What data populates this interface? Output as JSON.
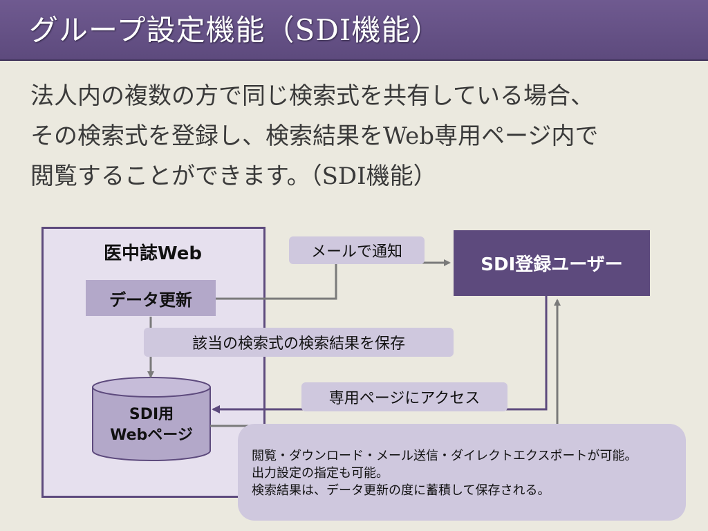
{
  "title": "グループ設定機能（SDI機能）",
  "body": {
    "lines": [
      "法人内の複数の方で同じ検索式を共有している場合、",
      "その検索式を登録し、検索結果をWeb専用ページ内で",
      "閲覧することができます。（SDI機能）"
    ]
  },
  "diagram": {
    "system_title": "医中誌Web",
    "update_label": "データ更新",
    "sdi_user_label": "SDI登録ユーザー",
    "notify_label": "メールで通知",
    "save_label": "該当の検索式の検索結果を保存",
    "access_label": "専用ページにアクセス",
    "cylinder_lines": [
      "SDI用",
      "Webページ"
    ],
    "note_lines": [
      "閲覧・ダウンロード・メール送信・ダイレクトエクスポートが可能。",
      "出力設定の指定も可能。",
      "検索結果は、データ更新の度に蓄積して保存される。"
    ]
  },
  "colors": {
    "title_bar": "#5d4a7d",
    "background": "#ebe9df",
    "box_light": "#b3a8c9",
    "pill": "#cfc8de",
    "frame_fill": "#e6e0ee",
    "arrow": "#7a7a7a",
    "arrow_dark": "#5d4a7d"
  }
}
